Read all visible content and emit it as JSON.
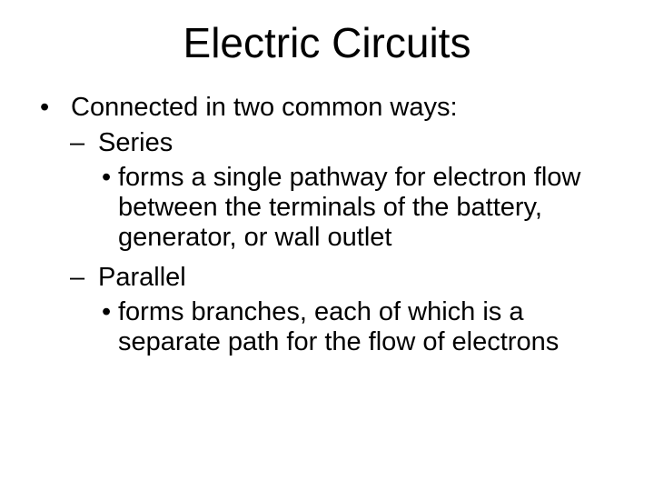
{
  "slide": {
    "title": "Electric Circuits",
    "colors": {
      "background": "#ffffff",
      "text": "#000000"
    },
    "bullets": [
      {
        "level": 1,
        "marker": "•",
        "text": "Connected in two common ways:"
      },
      {
        "level": 2,
        "marker": "–",
        "text": "Series"
      },
      {
        "level": 3,
        "marker": "•",
        "text": "forms a single pathway for electron flow between the terminals of the battery, generator, or wall outlet"
      },
      {
        "level": 2,
        "marker": "–",
        "text": "Parallel"
      },
      {
        "level": 3,
        "marker": "•",
        "text": "forms branches, each of which is a separate path for the flow of electrons"
      }
    ]
  }
}
